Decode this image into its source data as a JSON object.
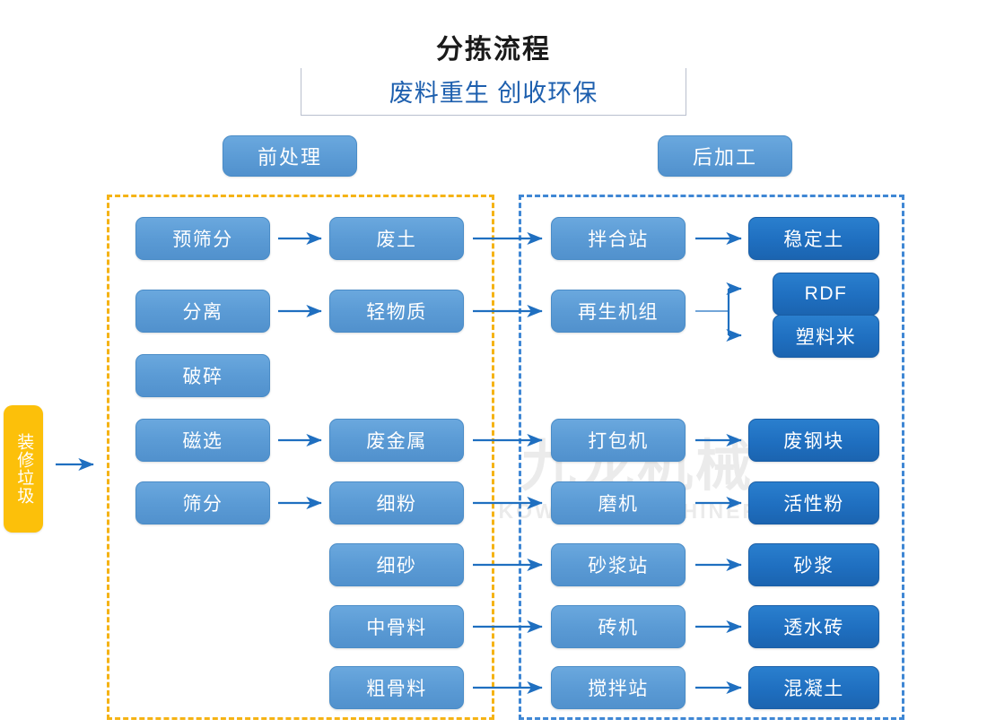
{
  "header": {
    "title": "分拣流程",
    "subtitle": "废料重生 创收环保"
  },
  "watermark": {
    "cn": "九龙机械",
    "en": "KOWLOONMACHINERY"
  },
  "input": {
    "label": "装修垃圾"
  },
  "sections": {
    "pre": {
      "label": "前处理"
    },
    "post": {
      "label": "后加工"
    }
  },
  "colors": {
    "node_light": "#5b9bd5",
    "node_dark": "#1f6fc0",
    "input_yellow": "#fcc00a",
    "arrow_blue": "#1f6fc0",
    "group_pre_dash": "#f5b315",
    "group_post_dash": "#3f87d4",
    "title_sub": "#1d5fae",
    "frame_line": "#b9bfce"
  },
  "columns": {
    "process": [
      {
        "label": "预筛分"
      },
      {
        "label": "分离"
      },
      {
        "label": "破碎"
      },
      {
        "label": "磁选"
      },
      {
        "label": "筛分"
      }
    ],
    "material": [
      {
        "label": "废土"
      },
      {
        "label": "轻物质"
      },
      {
        "label": "废金属"
      },
      {
        "label": "细粉"
      },
      {
        "label": "细砂"
      },
      {
        "label": "中骨料"
      },
      {
        "label": "粗骨料"
      }
    ],
    "equipment": [
      {
        "label": "拌合站"
      },
      {
        "label": "再生机组"
      },
      {
        "label": "打包机"
      },
      {
        "label": "磨机"
      },
      {
        "label": "砂浆站"
      },
      {
        "label": "砖机"
      },
      {
        "label": "搅拌站"
      }
    ],
    "product": [
      {
        "label": "稳定土"
      },
      {
        "label": "RDF"
      },
      {
        "label": "塑料米"
      },
      {
        "label": "废钢块"
      },
      {
        "label": "活性粉"
      },
      {
        "label": "砂浆"
      },
      {
        "label": "透水砖"
      },
      {
        "label": "混凝土"
      }
    ]
  },
  "flow": {
    "description": "装修垃圾 → 前处理(预筛分/分离/破碎/磁选/筛分) → 物料(废土/轻物质/废金属/细粉/细砂/中骨料/粗骨料) → 后加工设备(拌合站/再生机组/打包机/磨机/砂浆站/砖机/搅拌站) → 产品(稳定土/RDF/塑料米/废钢块/活性粉/砂浆/透水砖/混凝土)"
  }
}
